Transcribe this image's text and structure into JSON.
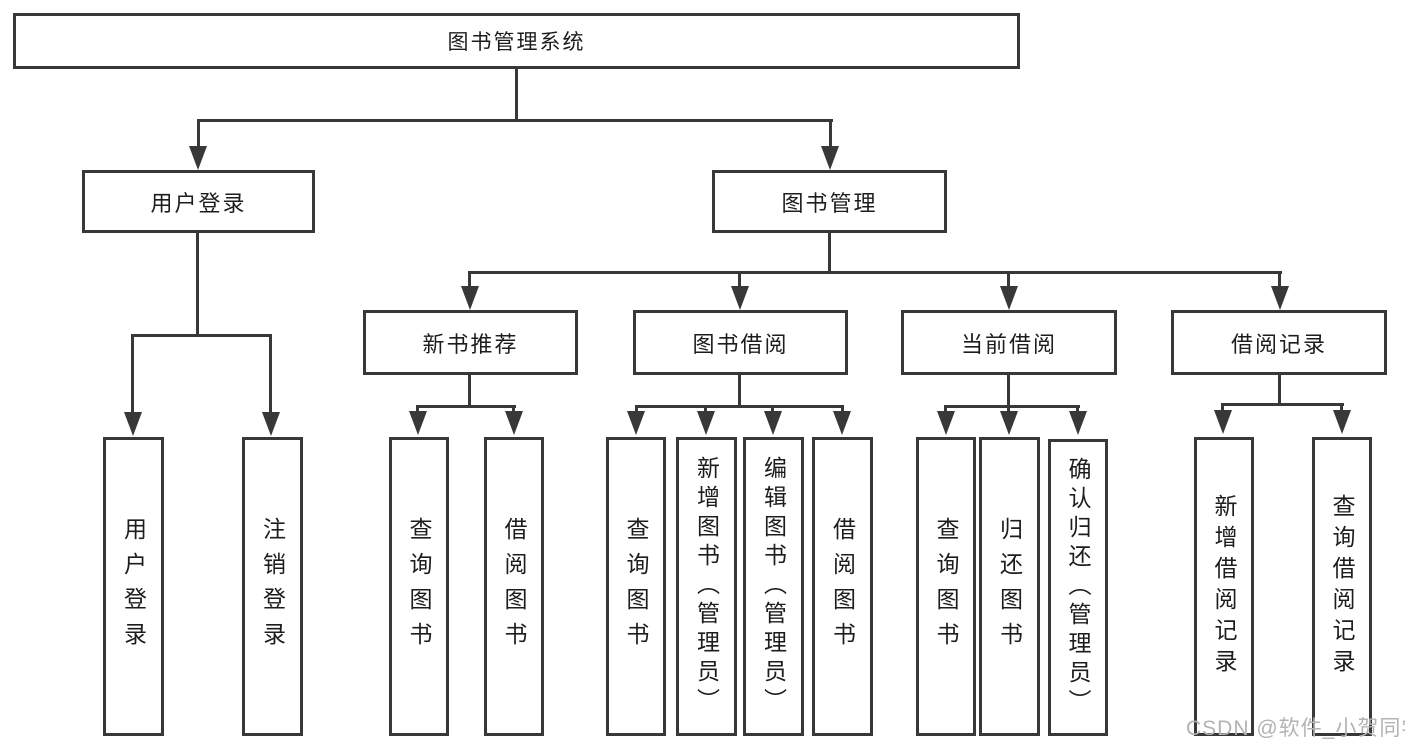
{
  "nodes": {
    "root": {
      "label": "图书管理系统"
    },
    "level2": [
      {
        "label": "用户登录"
      },
      {
        "label": "图书管理"
      }
    ],
    "level3": [
      {
        "label": "新书推荐"
      },
      {
        "label": "图书借阅"
      },
      {
        "label": "当前借阅"
      },
      {
        "label": "借阅记录"
      }
    ],
    "leaves": [
      {
        "label": "用户登录"
      },
      {
        "label": "注销登录"
      },
      {
        "label": "查询图书"
      },
      {
        "label": "借阅图书"
      },
      {
        "label": "查询图书"
      },
      {
        "label": "新增图书（管理员）"
      },
      {
        "label": "编辑图书（管理员）"
      },
      {
        "label": "借阅图书"
      },
      {
        "label": "查询图书"
      },
      {
        "label": "归还图书"
      },
      {
        "label": "确认归还（管理员）"
      },
      {
        "label": "新增借阅记录"
      },
      {
        "label": "查询借阅记录"
      }
    ]
  },
  "watermark": {
    "text": "CSDN @软件_小贺同学"
  }
}
